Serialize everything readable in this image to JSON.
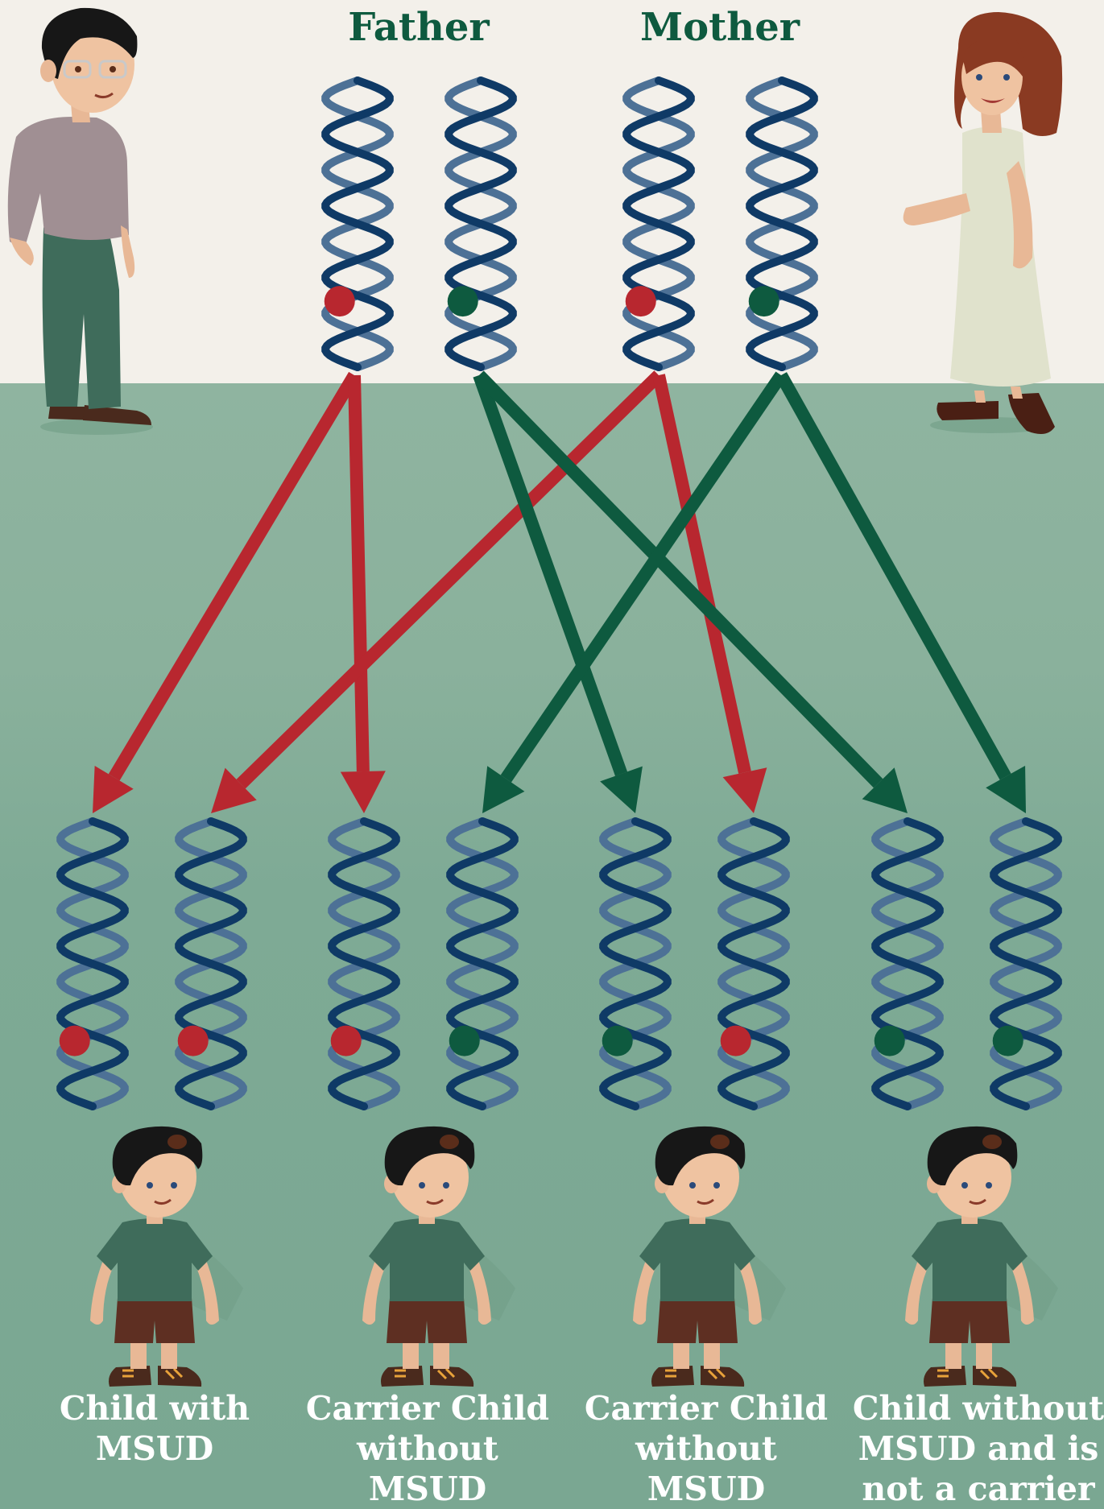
{
  "parents": {
    "father": {
      "label": "Father"
    },
    "mother": {
      "label": "Mother"
    }
  },
  "children": [
    {
      "label": "Child with\nMSUD"
    },
    {
      "label": "Carrier Child\nwithout\nMSUD"
    },
    {
      "label": "Carrier Child\nwithout\nMSUD"
    },
    {
      "label": "Child without\nMSUD and is\nnot a carrier"
    }
  ],
  "colors": {
    "affected_allele": "#b8272f",
    "normal_allele": "#0e5a3f",
    "label_green": "#0e5a3f",
    "background_top": "#f3f0ea",
    "background_bottom": "#7fab96",
    "dna_dark": "#0f3a66",
    "dna_light": "#4d7196"
  },
  "alleles": {
    "father": [
      "affected",
      "normal"
    ],
    "mother": [
      "affected",
      "normal"
    ],
    "children": [
      [
        "affected",
        "affected"
      ],
      [
        "affected",
        "normal"
      ],
      [
        "normal",
        "affected"
      ],
      [
        "normal",
        "normal"
      ]
    ]
  },
  "inheritance": [
    {
      "from": "father-affected",
      "to": "child-1-strand-1",
      "color": "affected"
    },
    {
      "from": "father-affected",
      "to": "child-2-strand-1",
      "color": "affected"
    },
    {
      "from": "mother-affected",
      "to": "child-1-strand-2",
      "color": "affected"
    },
    {
      "from": "mother-affected",
      "to": "child-3-strand-2",
      "color": "affected"
    },
    {
      "from": "father-normal",
      "to": "child-3-strand-1",
      "color": "normal"
    },
    {
      "from": "father-normal",
      "to": "child-4-strand-1",
      "color": "normal"
    },
    {
      "from": "mother-normal",
      "to": "child-2-strand-2",
      "color": "normal"
    },
    {
      "from": "mother-normal",
      "to": "child-4-strand-2",
      "color": "normal"
    }
  ]
}
